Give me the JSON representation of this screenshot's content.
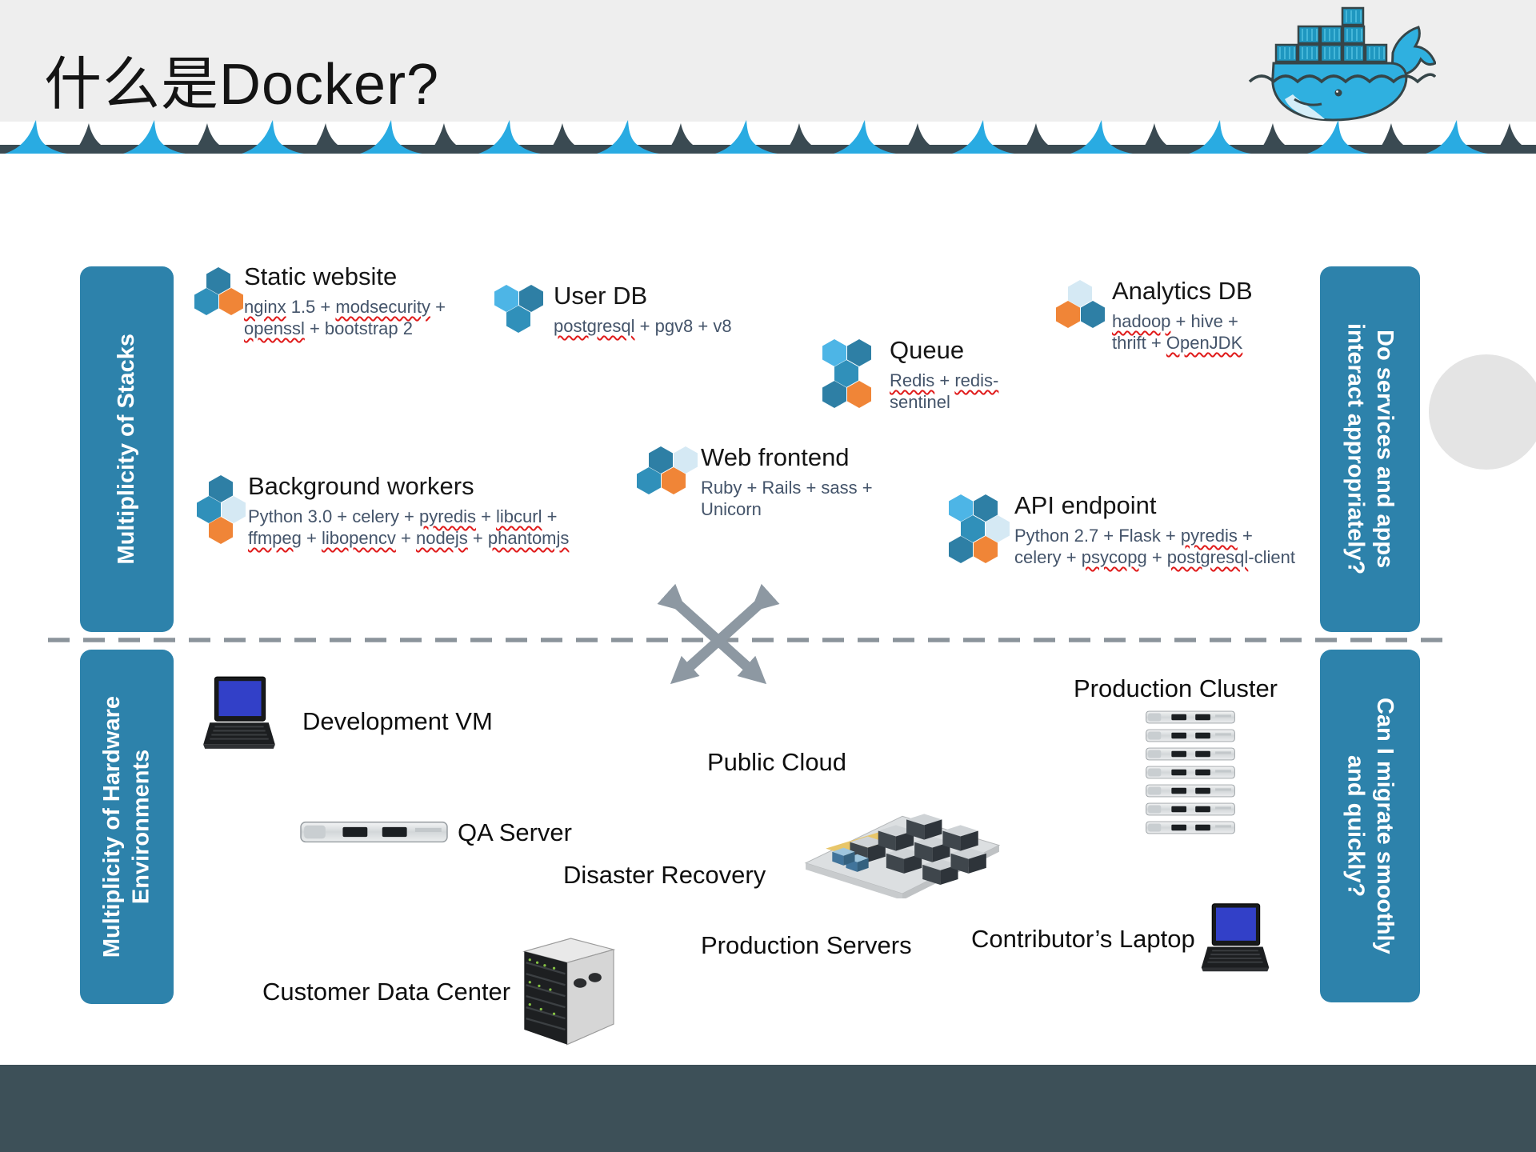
{
  "header": {
    "title": "什么是Docker?"
  },
  "sidebars": {
    "stacks": {
      "line1": "Multiplicity of Stacks"
    },
    "hardware": {
      "line1": "Multiplicity of Hardware",
      "line2": "Environments"
    },
    "interact": {
      "line1": "Do services and apps",
      "line2": "interact appropriately?"
    },
    "migrate": {
      "line1": "Can I migrate smoothly",
      "line2": "and quickly?"
    }
  },
  "stacks": [
    {
      "title": "Static website",
      "desc_line1": "nginx 1.5 + modsecurity +",
      "desc_line2": "openssl + bootstrap 2",
      "misspelled": [
        "nginx",
        "modsecurity",
        "openssl"
      ]
    },
    {
      "title": "User DB",
      "desc_line1": "postgresql + pgv8 + v8",
      "desc_line2": "",
      "misspelled": [
        "postgresql"
      ]
    },
    {
      "title": "Queue",
      "desc_line1": "Redis + redis-",
      "desc_line2": "sentinel",
      "misspelled": [
        "Redis",
        "redis-"
      ]
    },
    {
      "title": "Analytics DB",
      "desc_line1": "hadoop + hive +",
      "desc_line2": "thrift + OpenJDK",
      "misspelled": [
        "hadoop",
        "OpenJDK"
      ]
    },
    {
      "title": "Background workers",
      "desc_line1": "Python 3.0 + celery + pyredis + libcurl +",
      "desc_line2": "ffmpeg + libopencv + nodejs + phantomjs",
      "misspelled": [
        "pyredis",
        "libcurl",
        "ffmpeg",
        "libopencv",
        "nodejs",
        "phantomjs"
      ]
    },
    {
      "title": "Web frontend",
      "desc_line1": "Ruby + Rails + sass +",
      "desc_line2": "Unicorn",
      "misspelled": []
    },
    {
      "title": "API endpoint",
      "desc_line1": "Python 2.7 + Flask + pyredis +",
      "desc_line2": "celery + psycopg + postgresql-client",
      "misspelled": [
        "pyredis",
        "psycopg",
        "postgresql"
      ]
    }
  ],
  "hardware": {
    "development_vm": "Development VM",
    "qa_server": "QA Server",
    "public_cloud": "Public Cloud",
    "disaster_recovery": "Disaster Recovery",
    "production_servers": "Production Servers",
    "customer_data_center": "Customer Data Center",
    "production_cluster": "Production Cluster",
    "contributors_laptop": "Contributor’s Laptop"
  },
  "icons": {
    "logo": "docker-whale-logo",
    "stack_icon": "hexagon-cluster-icon",
    "laptop": "laptop-icon",
    "rack_server": "rack-server-icon",
    "blade_server": "blade-server-icon",
    "datacenter": "datacenter-3d-icon",
    "arrows": "cross-arrows-icon",
    "border": "wave-border-icon"
  },
  "colors": {
    "accent_teal": "#2d82ab",
    "wave_blue": "#29abe2",
    "dark_slate": "#3d5058",
    "hex_blue": "#2e7fa5",
    "hex_light_blue": "#4db5e6",
    "hex_pale_blue": "#d5e9f4",
    "hex_orange": "#f08537",
    "desc_text": "#44546a",
    "squiggle_red": "#e01b1b"
  }
}
